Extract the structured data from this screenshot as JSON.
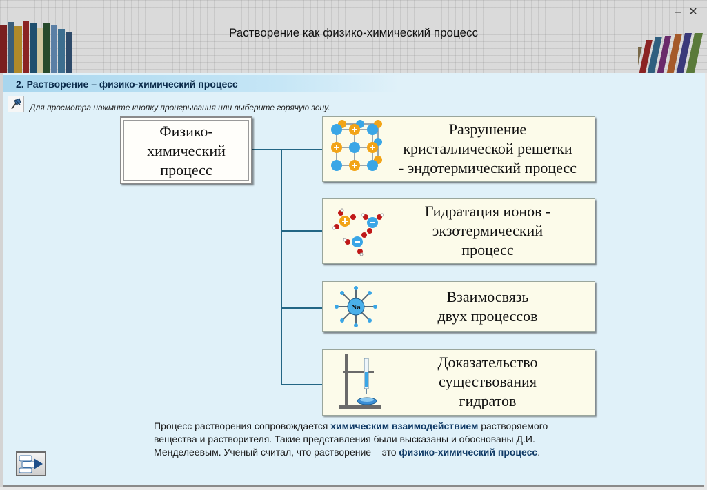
{
  "window": {
    "title": "Растворение как физико-химический процесс",
    "minimize_glyph": "–",
    "close_glyph": "✕"
  },
  "section": {
    "title": "2. Растворение – физико-химический процесс"
  },
  "hint": {
    "text": "Для просмотра нажмите кнопку проигрывания или выберите горячую зону."
  },
  "diagram": {
    "main_box": [
      "Физико-",
      "химический",
      "процесс"
    ],
    "boxes": [
      {
        "lines": [
          "Разрушение",
          "кристаллической решетки",
          "- эндотермический процесс"
        ],
        "icon": "crystal-lattice-icon"
      },
      {
        "lines": [
          "Гидратация ионов -",
          "экзотермический",
          "процесс"
        ],
        "icon": "hydrated-ions-icon"
      },
      {
        "lines": [
          "Взаимосвязь",
          "двух процессов"
        ],
        "icon": "sodium-ion-icon",
        "ion_label": "Na"
      },
      {
        "lines": [
          "Доказательство",
          "существования",
          "гидратов"
        ],
        "icon": "lab-stand-icon"
      }
    ]
  },
  "description": {
    "part1": "Процесс растворения сопровождается ",
    "highlight1": "химическим взаимодействием",
    "part2": " растворяемого вещества и растворителя. Такие представления были высказаны и обоснованы Д.И. Менделеевым. Ученый считал, что растворение – это ",
    "highlight2": "физико-химический процесс",
    "part3": "."
  },
  "colors": {
    "panel": "#e0f1f9",
    "connector": "#236685",
    "box_fill": "#fcfbea",
    "highlight_text": "#0f3a66"
  }
}
